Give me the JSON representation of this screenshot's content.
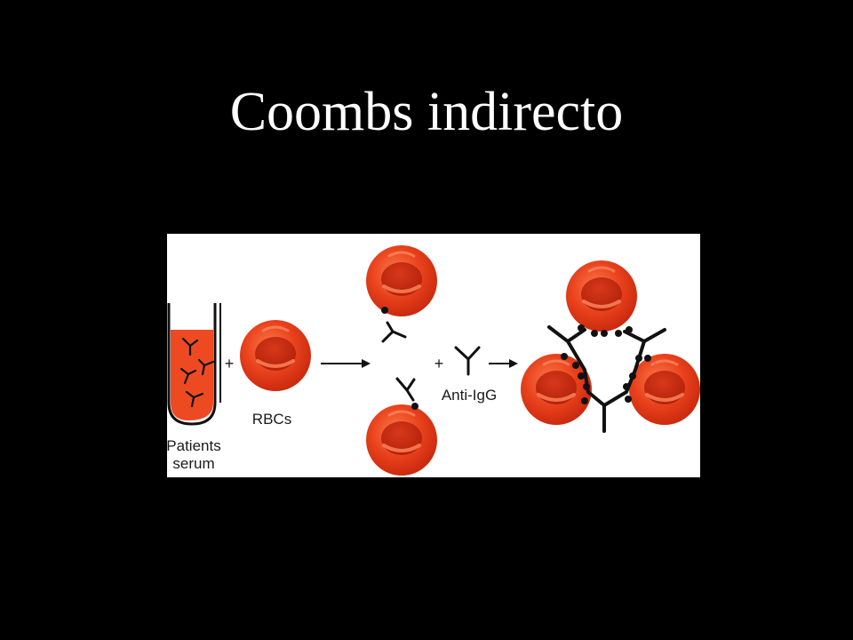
{
  "slide": {
    "title": "Coombs indirecto"
  },
  "diagram": {
    "tube_label_line1": "Patients",
    "tube_label_line2": "serum",
    "rbc_label": "RBCs",
    "plus_symbol": "+",
    "reagent_label": "Anti-IgG",
    "colors": {
      "rbc_fill": "#e8411c",
      "rbc_center": "#c42a12",
      "serum_fill": "#ee4a22",
      "antibody": "#111111",
      "background": "#ffffff"
    }
  }
}
